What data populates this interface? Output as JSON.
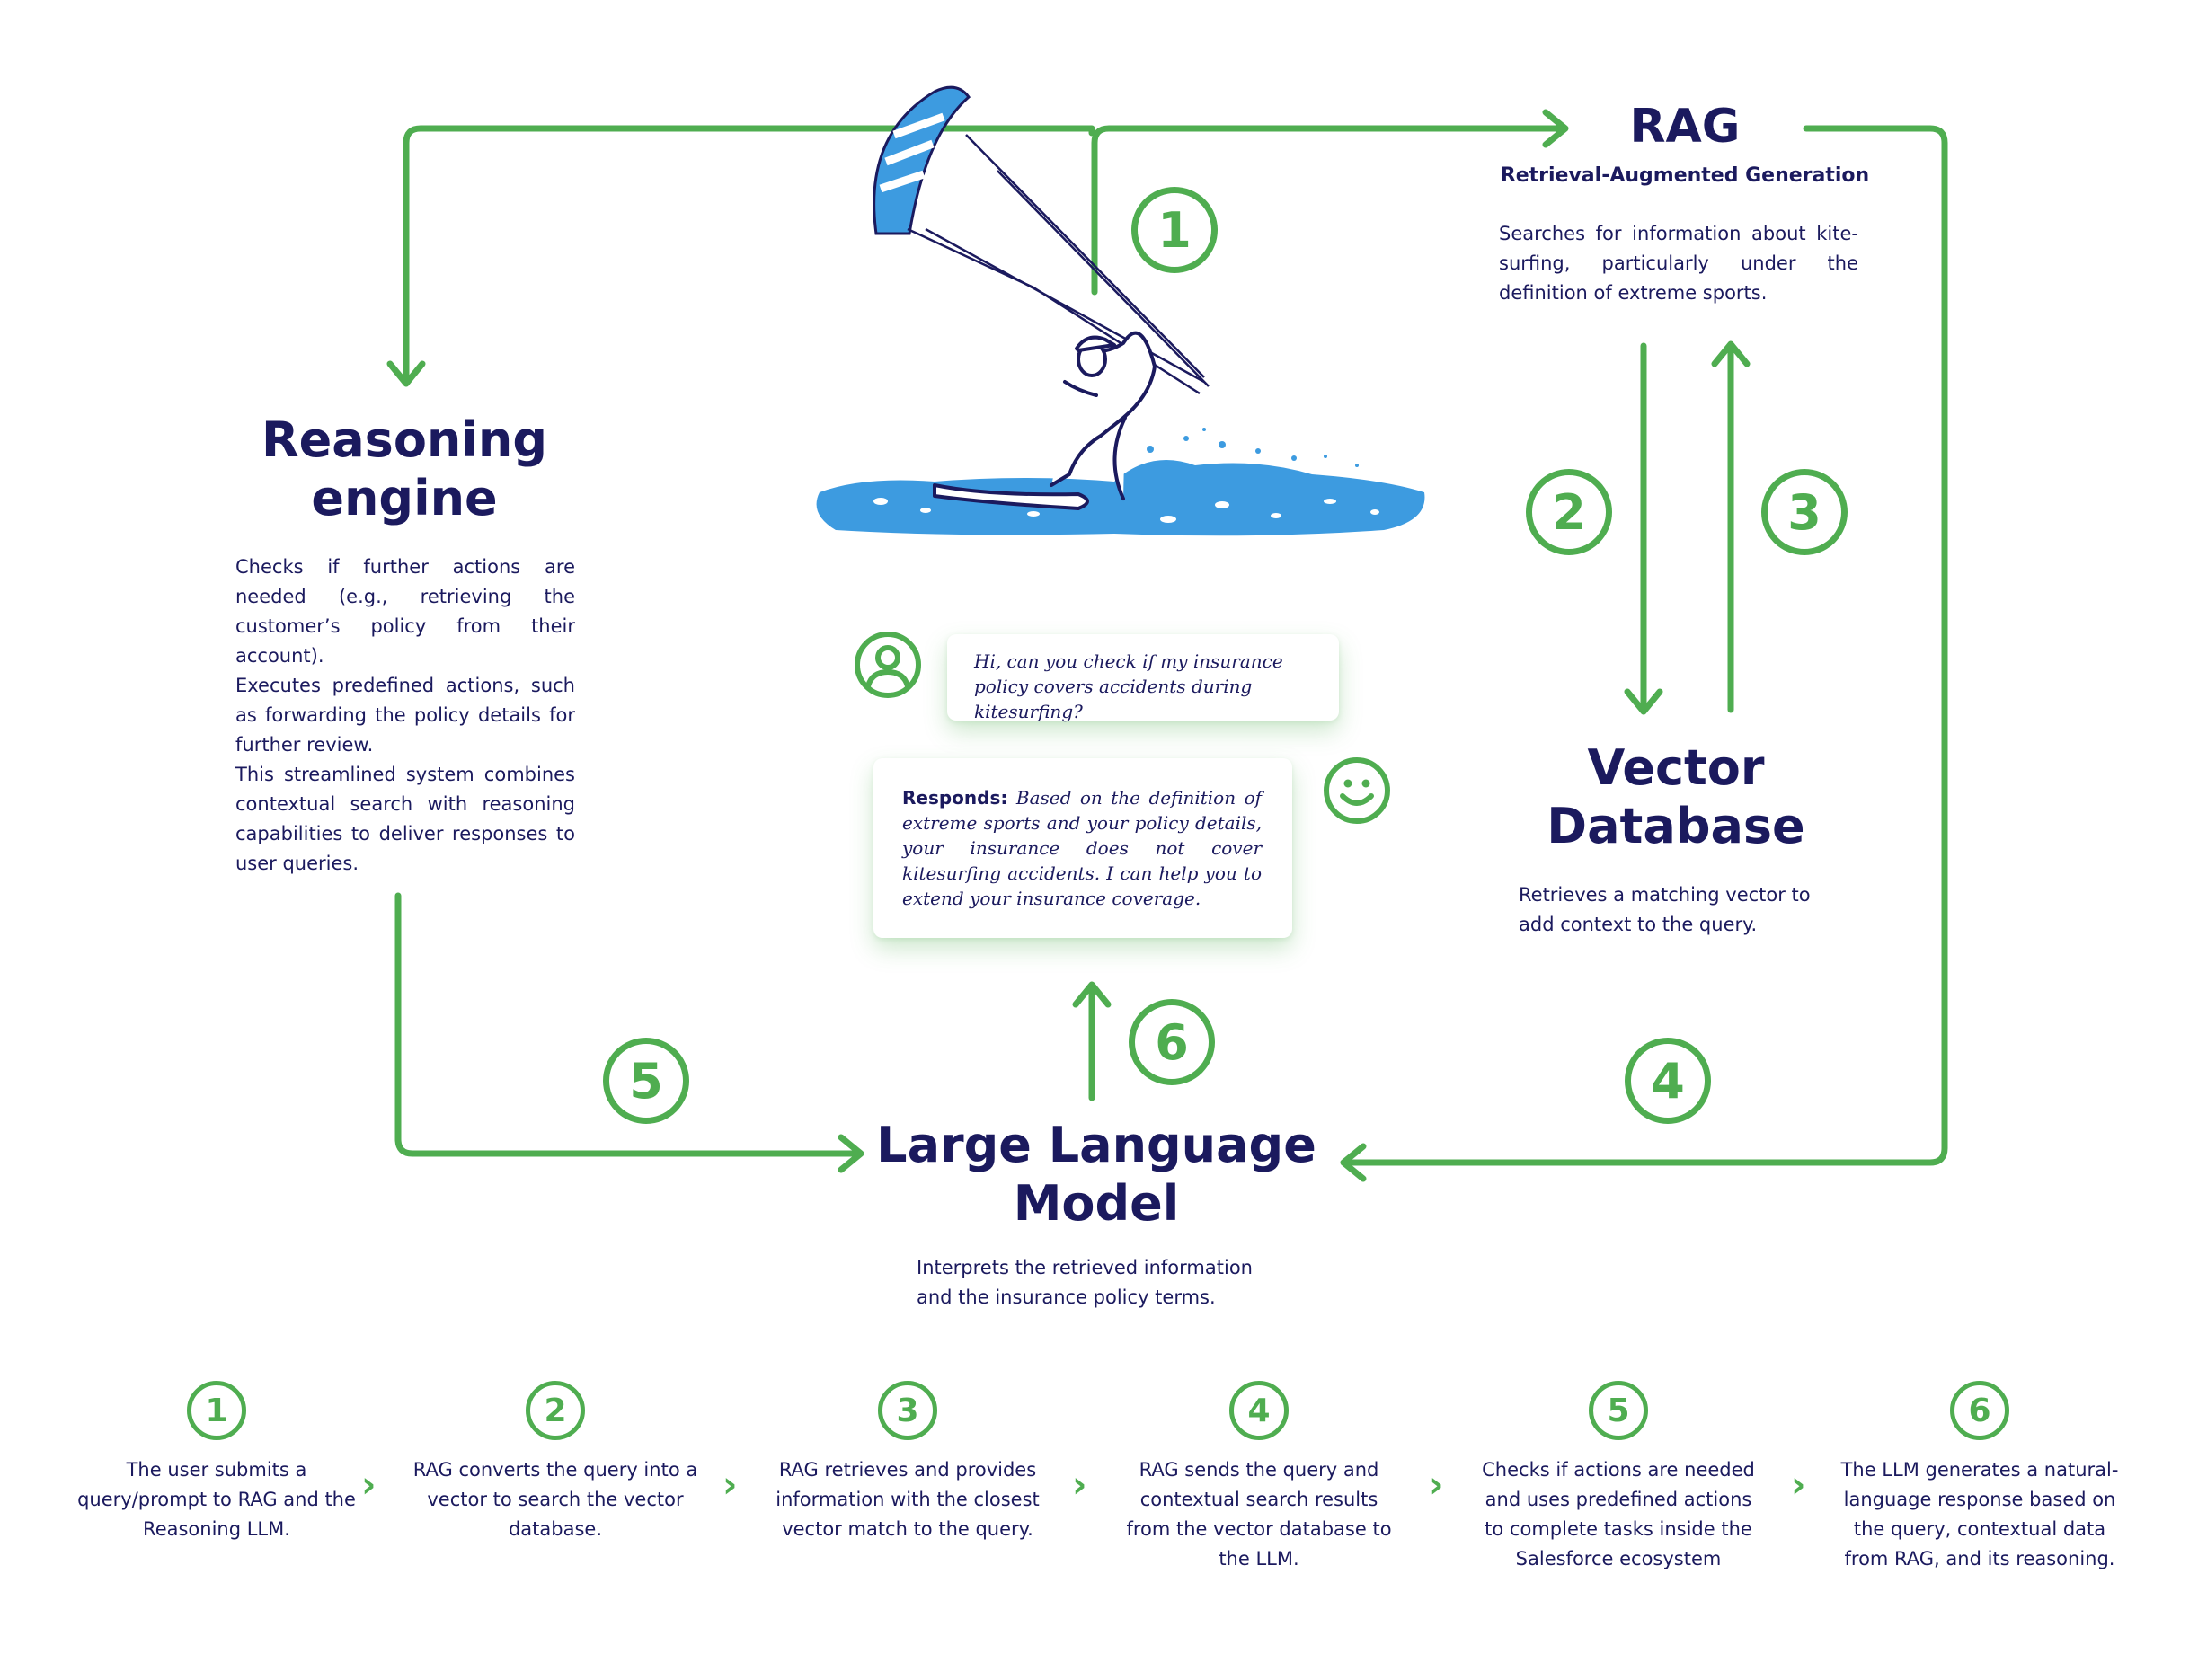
{
  "rag": {
    "title": "RAG",
    "subtitle": "Retrieval-Augmented Generation",
    "description": "Searches for information about kite-surfing, particularly under the definition of extreme sports."
  },
  "reasoning": {
    "title_line1": "Reasoning",
    "title_line2": "engine",
    "description_p1": "Checks if further actions are needed (e.g., retrieving the customer’s policy from their account).",
    "description_p2": "Executes predefined actions, such as forwarding the policy details for further review.",
    "description_p3": "This streamlined system combines contextual search with reasoning capabilities to deliver responses to user queries."
  },
  "vector_db": {
    "title_line1": "Vector",
    "title_line2": "Database",
    "description": "Retrieves a matching vector to add context to the query."
  },
  "llm": {
    "title_line1": "Large Language",
    "title_line2": "Model",
    "description": "Interprets the retrieved information and the insurance policy terms."
  },
  "chat": {
    "user_message": "Hi, can you check if my insurance policy covers accidents during kitesurfing?",
    "response_label": "Responds:",
    "response_text": "Based on the definition of extreme sports and your policy details, your insurance does not cover kitesurfing accidents. I can help you to extend your insurance coverage."
  },
  "flow_numbers": [
    "1",
    "2",
    "3",
    "4",
    "5",
    "6"
  ],
  "steps": [
    {
      "number": "1",
      "text": "The user submits a query/prompt to RAG and the Reasoning LLM."
    },
    {
      "number": "2",
      "text": "RAG converts the query into a vector to search the vector database."
    },
    {
      "number": "3",
      "text": "RAG retrieves and provides information with the closest vector match to the query."
    },
    {
      "number": "4",
      "text": "RAG sends the query and contextual search results from the vector database to the LLM."
    },
    {
      "number": "5",
      "text": "Checks if actions are needed and uses predefined actions to complete tasks inside the Salesforce ecosystem"
    },
    {
      "number": "6",
      "text": "The LLM generates a natural-language response based on the query, contextual data from RAG, and its reasoning."
    }
  ],
  "icons": {
    "user": "user-avatar-icon",
    "bot": "smiley-face-icon",
    "step_separator": "chevron-right-icon",
    "illustration": "kitesurfer-illustration"
  },
  "colors": {
    "accent_green": "#4fad50",
    "navy_text": "#1b1a5e",
    "water_blue": "#3d9be0"
  }
}
